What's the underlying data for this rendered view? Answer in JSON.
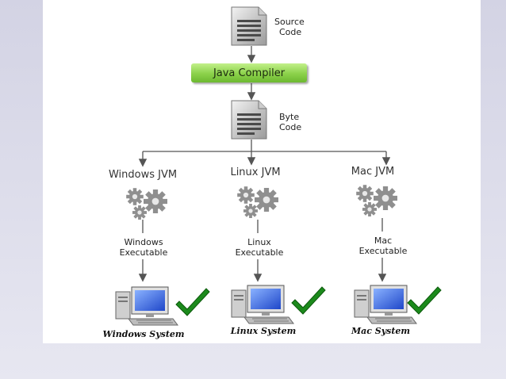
{
  "source": {
    "line1": "Source",
    "line2": "Code"
  },
  "compiler": {
    "label": "Java Compiler"
  },
  "bytecode": {
    "line1": "Byte",
    "line2": "Code"
  },
  "branches": [
    {
      "jvm": "Windows JVM",
      "exe_line1": "Windows",
      "exe_line2": "Executable",
      "system": "Windows System"
    },
    {
      "jvm": "Linux JVM",
      "exe_line1": "Linux",
      "exe_line2": "Executable",
      "system": "Linux System"
    },
    {
      "jvm": "Mac JVM",
      "exe_line1": "Mac",
      "exe_line2": "Executable",
      "system": "Mac System"
    }
  ],
  "icons": [
    "document-icon",
    "gears-icon",
    "computer-icon",
    "checkmark-icon"
  ],
  "colors": {
    "compiler_green": "#8bd14a",
    "check_green": "#1c8a1c",
    "arrow_gray": "#555555"
  }
}
